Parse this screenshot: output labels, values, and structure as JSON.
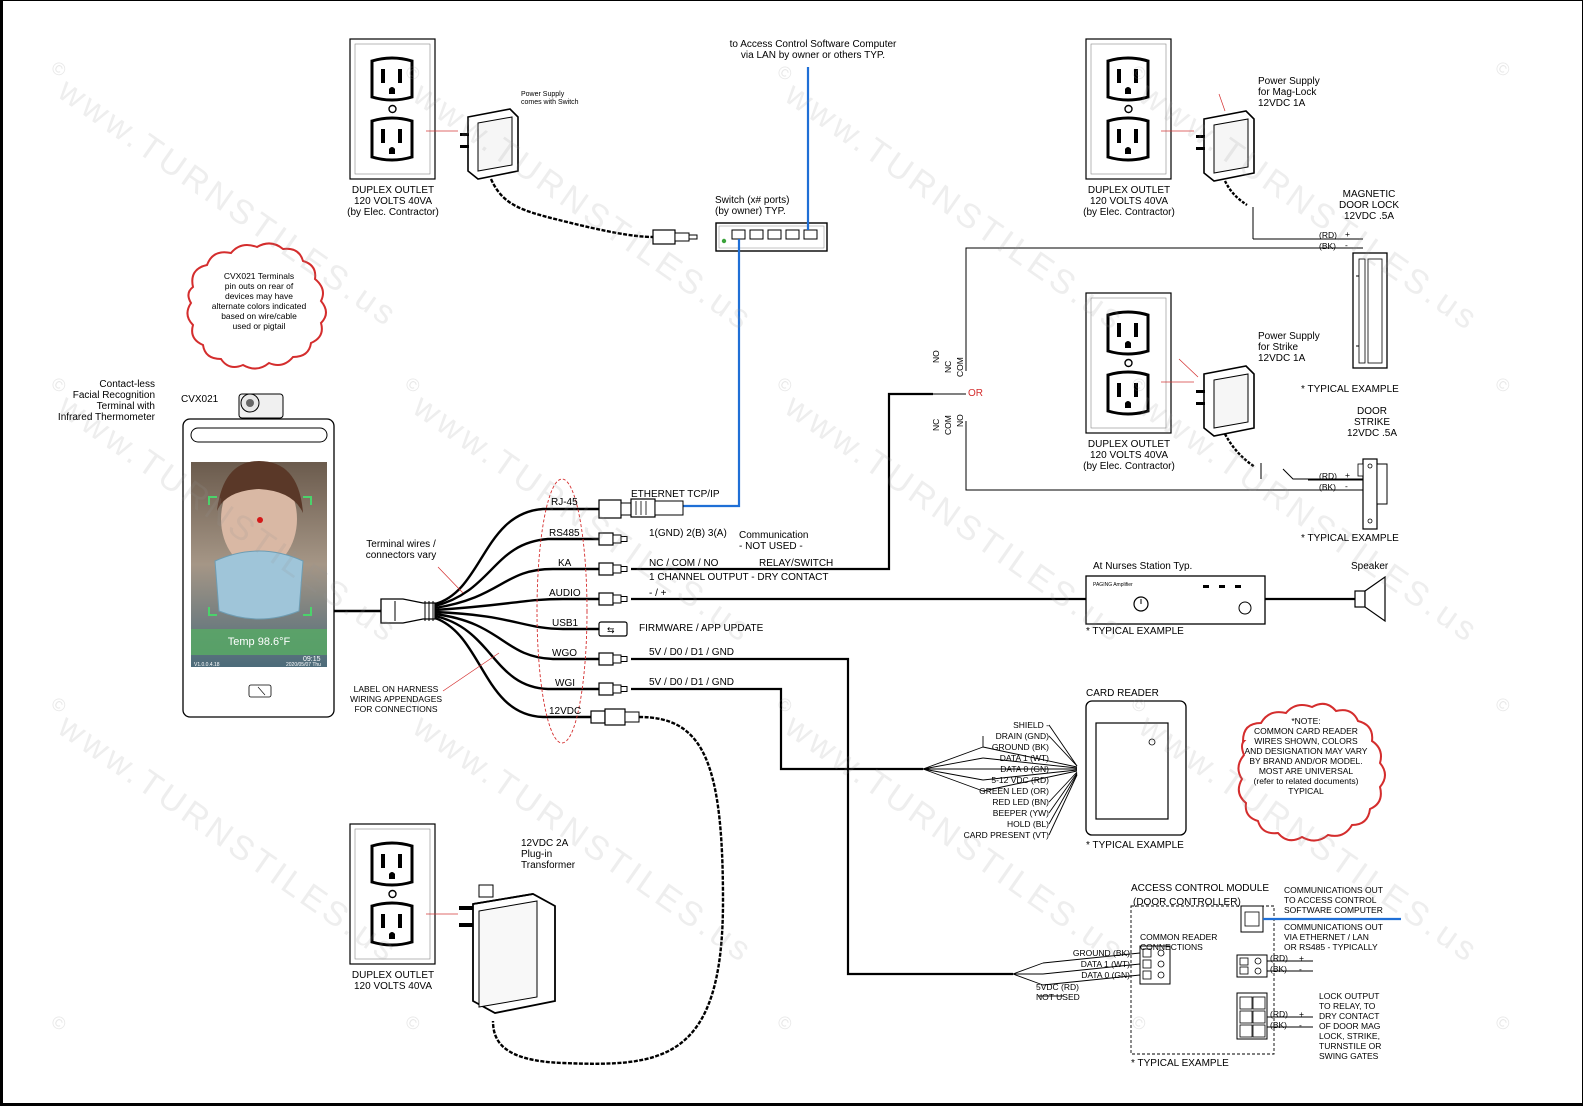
{
  "outlets": {
    "top_left": {
      "line1": "DUPLEX OUTLET",
      "line2": "120 VOLTS 40VA",
      "line3": "(by Elec. Contractor)"
    },
    "top_right": {
      "line1": "DUPLEX OUTLET",
      "line2": "120 VOLTS 40VA",
      "line3": "(by Elec. Contractor)"
    },
    "middle_right": {
      "line1": "DUPLEX OUTLET",
      "line2": "120 VOLTS 40VA",
      "line3": "(by Elec. Contractor)"
    },
    "bottom_left": {
      "line1": "DUPLEX OUTLET",
      "line2": "120 VOLTS 40VA"
    }
  },
  "adapter_note": {
    "line1": "Power Supply",
    "line2": "comes with Switch"
  },
  "lan": {
    "line1": "to Access Control Software Computer",
    "line2": "via LAN by owner or others TYP."
  },
  "switch": {
    "line1": "Switch (x# ports)",
    "line2": "(by owner) TYP."
  },
  "psu_maglock": {
    "line1": "Power Supply",
    "line2": "for Mag-Lock",
    "line3": "12VDC 1A"
  },
  "psu_strike": {
    "line1": "Power Supply",
    "line2": "for Strike",
    "line3": "12VDC 1A"
  },
  "maglock": {
    "line1": "MAGNETIC",
    "line2": "DOOR LOCK",
    "line3": "12VDC .5A",
    "rd": "(RD)",
    "bk": "(BK)",
    "plus": "+",
    "minus": "-",
    "example": "* TYPICAL EXAMPLE"
  },
  "strike": {
    "line1": "DOOR",
    "line2": "STRIKE",
    "line3": "12VDC .5A",
    "rd": "(RD)",
    "bk": "(BK)",
    "plus": "+",
    "minus": "-",
    "example": "* TYPICAL EXAMPLE"
  },
  "relay": {
    "no": "NO",
    "com": "COM",
    "nc": "NC",
    "or": "OR"
  },
  "cloud": {
    "l1": "CVX021 Terminals",
    "l2": "pin outs on rear of",
    "l3": "devices may have",
    "l4": "alternate colors indicated",
    "l5": "based on wire/cable",
    "l6": "used or pigtail"
  },
  "terminal": {
    "desc1": "Contact-less",
    "desc2": "Facial Recognition",
    "desc3": "Terminal with",
    "desc4": "Infrared Thermometer",
    "model": "CVX021",
    "temp": "Temp 98.6°F",
    "time": "09:15",
    "date": "2020/05/07 Thu",
    "version": "V1.0.0.4.18"
  },
  "harness": {
    "wires1": "Terminal wires /",
    "wires2": "connectors vary",
    "label1": "LABEL ON HARNESS",
    "label2": "WIRING APPENDAGES",
    "label3": "FOR CONNECTIONS"
  },
  "connectors": [
    {
      "name": "RJ-45",
      "desc": "ETHERNET TCP/IP"
    },
    {
      "name": "RS485",
      "desc": "1(GND) 2(B) 3(A)",
      "extra1": "Communication",
      "extra2": "- NOT USED -"
    },
    {
      "name": "KA",
      "desc": "NC / COM / NO",
      "extra1": "RELAY/SWITCH",
      "extra2": "1 CHANNEL OUTPUT - DRY CONTACT"
    },
    {
      "name": "AUDIO",
      "desc": "- / +"
    },
    {
      "name": "USB1",
      "desc": "FIRMWARE / APP UPDATE"
    },
    {
      "name": "WGO",
      "desc": "5V / D0 / D1 / GND"
    },
    {
      "name": "WGI",
      "desc": "5V / D0 / D1 / GND"
    },
    {
      "name": "12VDC"
    }
  ],
  "nurses": {
    "title": "At Nurses Station Typ.",
    "example": "* TYPICAL EXAMPLE",
    "brand": "PAGING Amplifier"
  },
  "speaker": {
    "label": "Speaker"
  },
  "card_reader": {
    "title": "CARD READER",
    "example": "* TYPICAL EXAMPLE",
    "wires": [
      "SHIELD -",
      "DRAIN (GND)",
      "GROUND (BK)",
      "DATA 1 (WT)",
      "DATA 0 (GN)",
      "5-12 VDC (RD)",
      "GREEN LED (OR)",
      "RED LED (BN)",
      "BEEPER (YW)",
      "HOLD (BL)",
      "CARD PRESENT (VT)"
    ]
  },
  "note": {
    "l1": "*NOTE:",
    "l2": "COMMON CARD READER",
    "l3": "WIRES SHOWN, COLORS",
    "l4": "AND DESIGNATION MAY VARY",
    "l5": "BY BRAND AND/OR MODEL.",
    "l6": "MOST ARE UNIVERSAL",
    "l7": "(refer to related documents)",
    "l8": "TYPICAL"
  },
  "transformer": {
    "l1": "12VDC 2A",
    "l2": "Plug-in",
    "l3": "Transformer"
  },
  "acm": {
    "title1": "ACCESS CONTROL MODULE",
    "title2": "(DOOR CONTROLLER)",
    "reader1": "COMMON READER",
    "reader2": "CONNECTIONS",
    "wires": [
      "GROUND (BK)",
      "DATA 1 (WT)",
      "DATA 0 (GN)"
    ],
    "power1": "5VDC (RD)",
    "power2": "NOT USED",
    "comm1": "COMMUNICATIONS OUT",
    "comm2": "TO ACCESS CONTROL",
    "comm3": "SOFTWARE COMPUTER",
    "comm4": "COMMUNICATIONS OUT",
    "comm5": "VIA ETHERNET  /  LAN",
    "comm6": "OR RS485 - TYPICALLY",
    "rd": "(RD)",
    "bk": "(BK)",
    "plus": "+",
    "minus": "-",
    "lock1": "LOCK OUTPUT",
    "lock2": "TO RELAY, TO",
    "lock3": "DRY CONTACT",
    "lock4": "OF DOOR MAG",
    "lock5": "LOCK, STRIKE,",
    "lock6": "TURNSTILE OR",
    "lock7": "SWING GATES",
    "example": "* TYPICAL EXAMPLE"
  },
  "watermark": {
    "text": "www.TURNSTILES.us",
    "symbol": "©"
  }
}
